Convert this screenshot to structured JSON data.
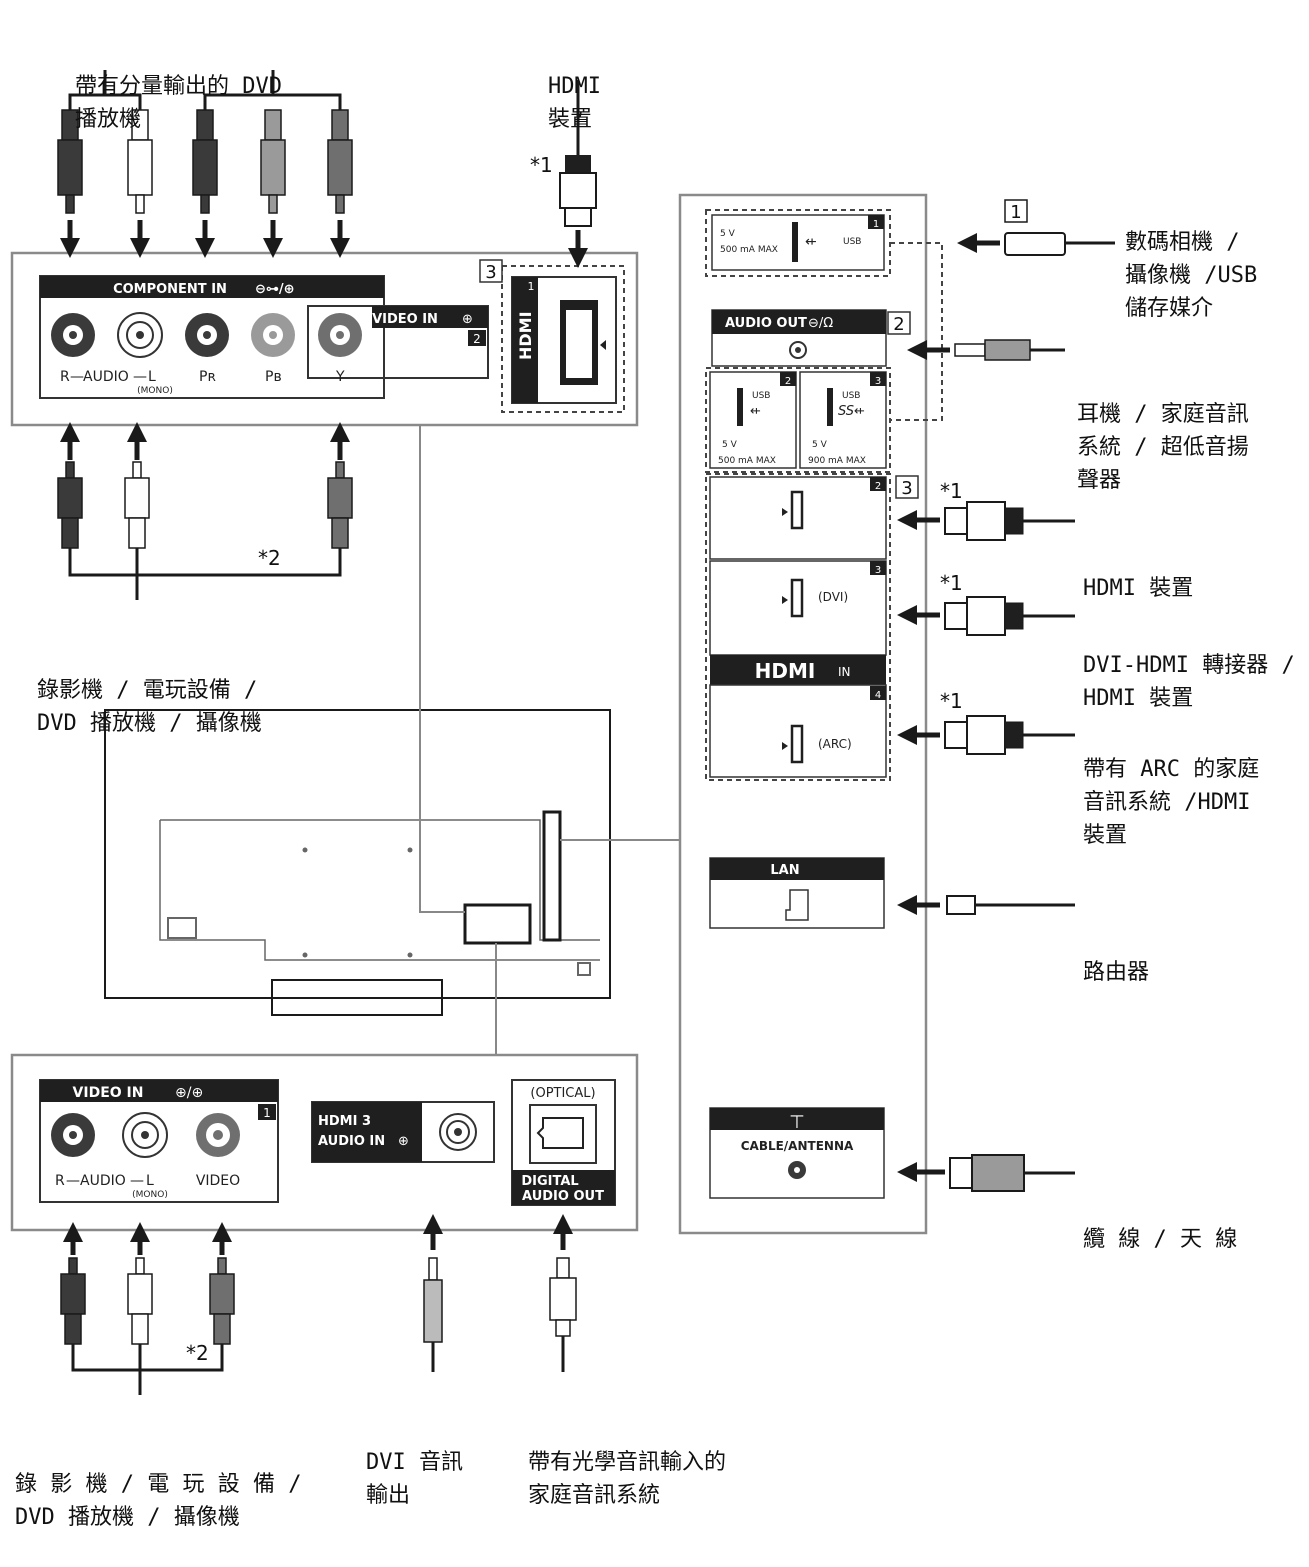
{
  "labels": {
    "dvd_component": [
      "帶有分量輸出的 DVD",
      "播放機"
    ],
    "hdmi_top": [
      "HDMI",
      "裝置"
    ],
    "recorder_top": [
      "錄影機 / 電玩設備 /",
      "DVD 播放機 / 攝像機"
    ],
    "recorder_bottom": [
      "錄 影 機 / 電 玩 設 備 /",
      "DVD 播放機 / 攝像機"
    ],
    "dvi_audio": [
      "DVI 音訊",
      "輸出"
    ],
    "optical_system": [
      "帶有光學音訊輸入的",
      "家庭音訊系統"
    ],
    "camera_usb": [
      "數碼相機 /",
      "攝像機 /USB",
      "儲存媒介"
    ],
    "headphones": [
      "耳機 / 家庭音訊",
      "系統 / 超低音揚",
      "聲器"
    ],
    "hdmi_device": [
      "HDMI 裝置"
    ],
    "dvi_hdmi": [
      "DVI-HDMI 轉接器 /",
      "HDMI 裝置"
    ],
    "arc_system": [
      "帶有 ARC 的家庭",
      "音訊系統 /HDMI",
      "裝置"
    ],
    "router": [
      "路由器"
    ],
    "cable_antenna": [
      "纜 線 / 天 線"
    ]
  },
  "panel": {
    "component_in": "COMPONENT IN",
    "video_in": "VIDEO IN",
    "audio_r": "R",
    "audio_word": "AUDIO",
    "audio_l": "L",
    "mono": "(MONO)",
    "pr": "Pʀ",
    "pb": "Pʙ",
    "y": "Y",
    "video_word": "VIDEO",
    "hdmi3_audio_in": [
      "HDMI 3",
      "AUDIO IN"
    ],
    "optical": "(OPTICAL)",
    "digital_audio_out": [
      "DIGITAL",
      "AUDIO OUT"
    ],
    "hdmi_in_logo": "HDMI",
    "in_word": "IN",
    "dvi": "(DVI)",
    "arc": "(ARC)",
    "lan": "LAN",
    "cable_antenna": "CABLE/ANTENNA",
    "audio_out": "AUDIO OUT",
    "usb_word": "USB",
    "usb_5v": "5 V",
    "usb_500": "500 mA MAX",
    "usb_900": "900 mA MAX",
    "num_1": "1",
    "num_2": "2",
    "num_3": "3",
    "num_4": "4"
  },
  "notes": {
    "star1": "*1",
    "star2": "*2",
    "box1": "1",
    "box2": "2",
    "box3": "3"
  },
  "colors": {
    "line": "#1a1a1a",
    "panel_border": "#8a8a8a",
    "label_bar": "#1f1f1f",
    "jack_dark": "#3a3a3a",
    "jack_mid": "#9a9a9a",
    "dash": "#444444"
  }
}
